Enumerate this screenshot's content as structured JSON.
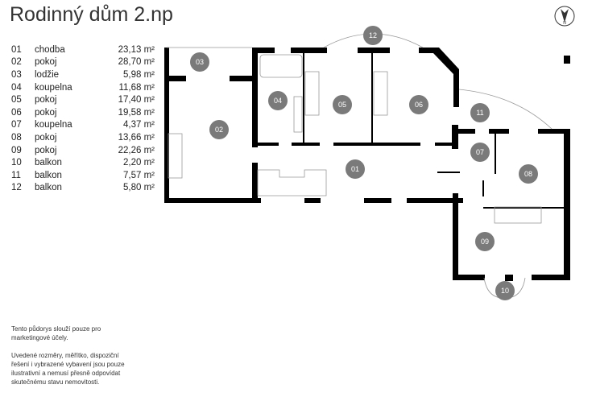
{
  "title": "Rodinný dům 2.np",
  "rooms": [
    {
      "num": "01",
      "name": "chodba",
      "area": "23,13 m²"
    },
    {
      "num": "02",
      "name": "pokoj",
      "area": "28,70 m²"
    },
    {
      "num": "03",
      "name": "lodžie",
      "area": "5,98 m²"
    },
    {
      "num": "04",
      "name": "koupelna",
      "area": "11,68 m²"
    },
    {
      "num": "05",
      "name": "pokoj",
      "area": "17,40 m²"
    },
    {
      "num": "06",
      "name": "pokoj",
      "area": "19,58 m²"
    },
    {
      "num": "07",
      "name": "koupelna",
      "area": "4,37 m²"
    },
    {
      "num": "08",
      "name": "pokoj",
      "area": "13,66 m²"
    },
    {
      "num": "09",
      "name": "pokoj",
      "area": "22,26 m²"
    },
    {
      "num": "10",
      "name": "balkon",
      "area": "2,20 m²"
    },
    {
      "num": "11",
      "name": "balkon",
      "area": "7,57 m²"
    },
    {
      "num": "12",
      "name": "balkon",
      "area": "5,80 m²"
    }
  ],
  "notes": {
    "note1": "Tento půdorys slouží pouze pro marketingové účely.",
    "note2": "Uvedené rozměry, měřítko, dispoziční řešení i vybrazené vybavení jsou pouze ilustrativní a nemusí přesně odpovídat skutečnému stavu nemovitosti."
  },
  "compass": {
    "label": "N"
  },
  "colors": {
    "marker": "#7a7a7a",
    "wall": "#000000"
  }
}
